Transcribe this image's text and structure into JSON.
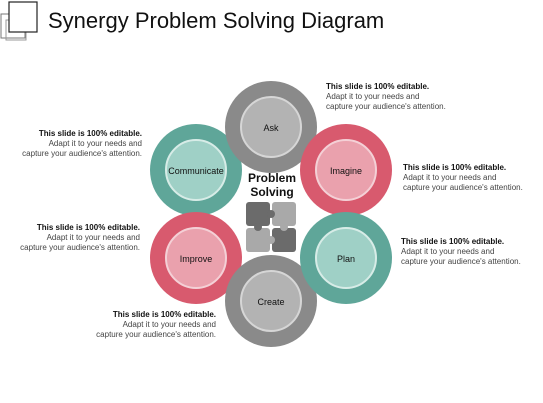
{
  "title": "Synergy Problem Solving Diagram",
  "center_label": "Problem Solving",
  "colors": {
    "gray_ring": "#8a8a8a",
    "gray_inner": "#b3b3b3",
    "red_ring": "#d85a6e",
    "red_inner": "#eaa1ad",
    "teal_ring": "#5fa699",
    "teal_inner": "#9fd0c6",
    "puzzle": "#6b6b6b",
    "puzzle_light": "#a9a9a9"
  },
  "nodes": [
    {
      "id": "ask",
      "label": "Ask"
    },
    {
      "id": "imagine",
      "label": "Imagine"
    },
    {
      "id": "plan",
      "label": "Plan"
    },
    {
      "id": "create",
      "label": "Create"
    },
    {
      "id": "improve",
      "label": "Improve"
    },
    {
      "id": "communicate",
      "label": "Communicate"
    }
  ],
  "callouts": {
    "ask": {
      "head": "This slide is 100% editable.",
      "body": "Adapt it to your needs and capture your audience's attention."
    },
    "imagine": {
      "head": "This slide is 100% editable.",
      "body": "Adapt it to your needs and capture your audience's attention."
    },
    "plan": {
      "head": "This slide is 100% editable.",
      "body": "Adapt it to your needs and capture your audience's attention."
    },
    "create": {
      "head": "This slide is 100% editable.",
      "body": "Adapt it to your needs and capture your audience's attention."
    },
    "improve": {
      "head": "This slide is 100% editable.",
      "body": "Adapt it to your needs and capture your audience's attention."
    },
    "communicate": {
      "head": "This slide is 100% editable.",
      "body": "Adapt it to your needs and capture your audience's attention."
    }
  }
}
